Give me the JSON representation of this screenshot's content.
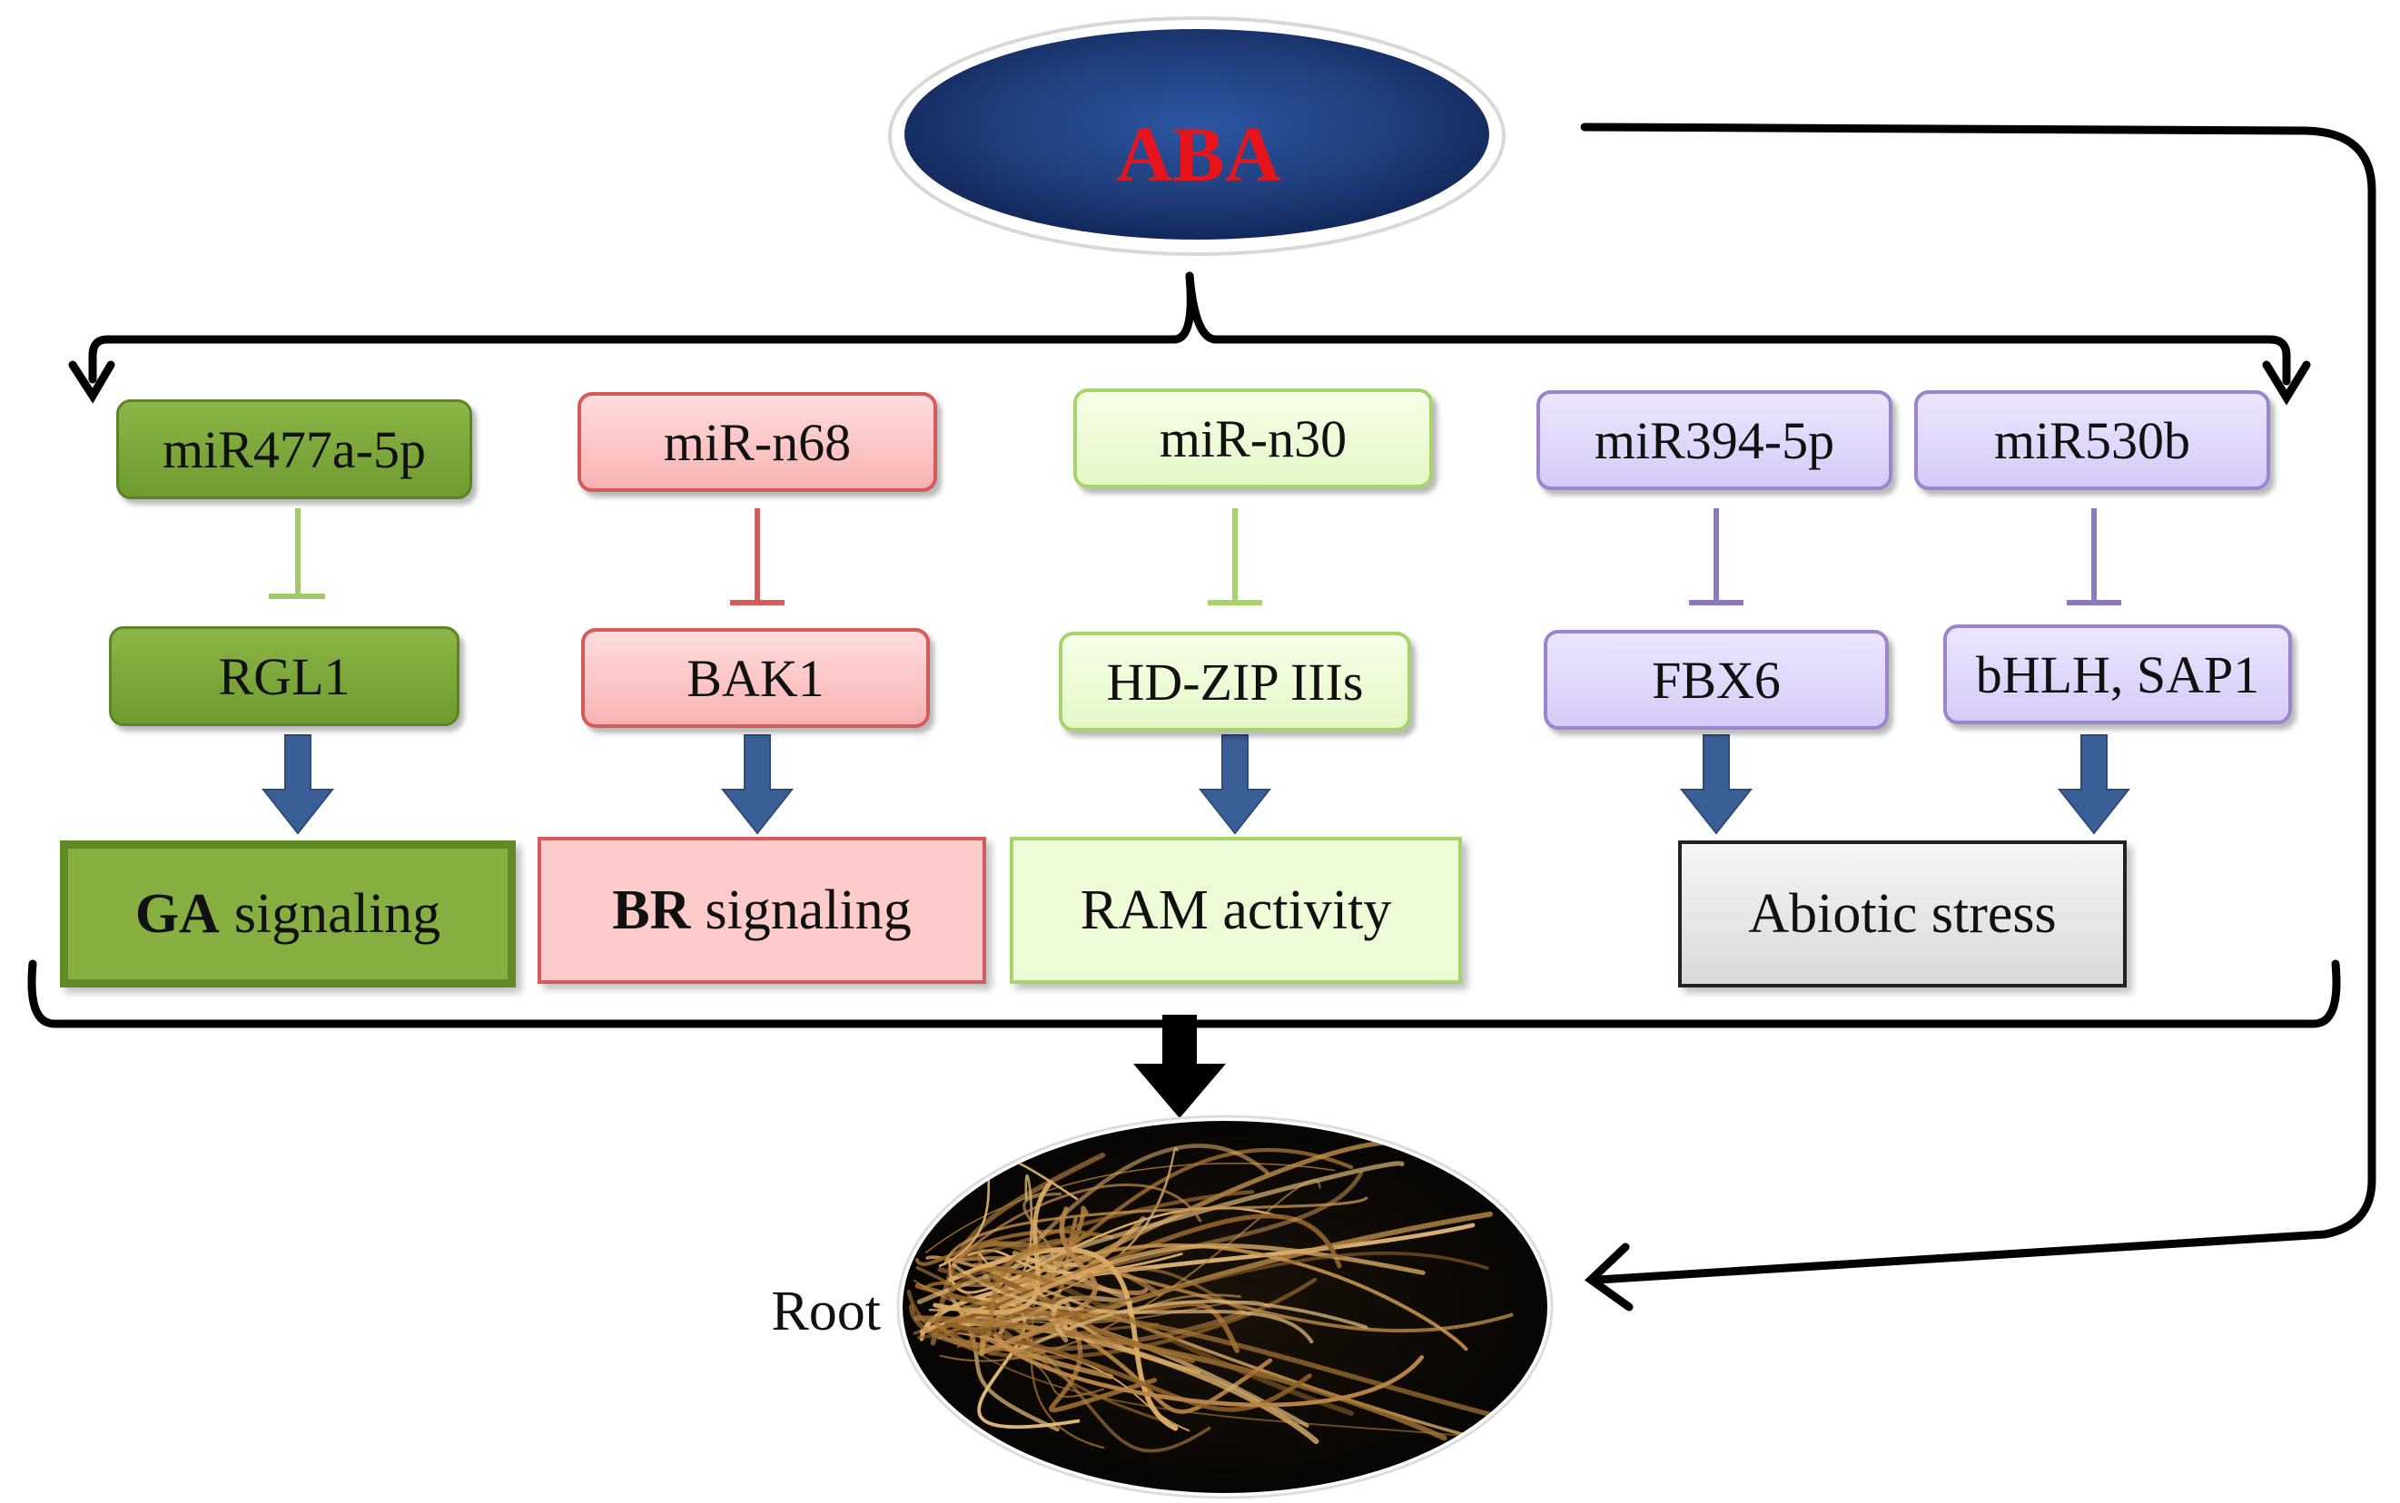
{
  "hormone": {
    "label": "ABA"
  },
  "branches": [
    {
      "mirna": "miR477a-5p",
      "target": "RGL1",
      "process": {
        "bold": "GA",
        "text": "signaling"
      }
    },
    {
      "mirna": "miR-n68",
      "target": "BAK1",
      "process": {
        "bold": "BR",
        "text": "signaling"
      }
    },
    {
      "mirna": "miR-n30",
      "target": "HD-ZIP IIIs",
      "process": {
        "bold": "",
        "text": "RAM activity"
      }
    },
    {
      "mirna": "miR394-5p",
      "target": "FBX6"
    },
    {
      "mirna": "miR530b",
      "target": "bHLH, SAP1"
    }
  ],
  "abiotic": {
    "text": "Abiotic stress"
  },
  "root": {
    "label": "Root"
  },
  "colors": {
    "aba_fill": "#1f3d7a",
    "aba_text": "#e8141b",
    "arrow_blue": "#3a5f96",
    "green_dark": "#7ea63a",
    "red": "#d65a5a",
    "light_green": "#a6d46a",
    "purple": "#9a86cf"
  }
}
